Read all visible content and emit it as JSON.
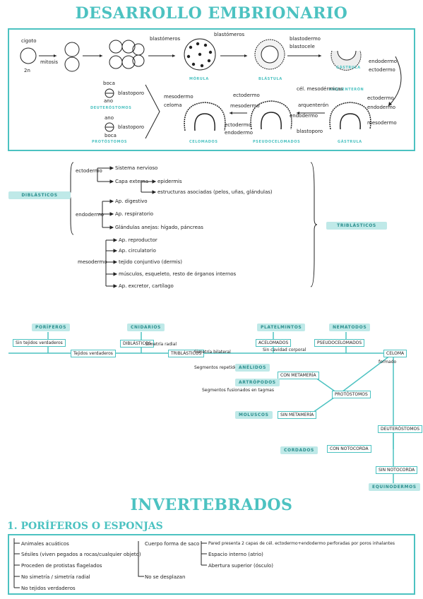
{
  "title": "DESARROLLO EMBRIONARIO",
  "embryo": {
    "cigoto": "cigoto",
    "n2": "2n",
    "mitosis": "mitosis",
    "blastomeros": "blastómeros",
    "blastomeros2": "blastómeros",
    "morula": "MÓRULA",
    "blastodermo": "blastodermo",
    "blastocele": "blastocele",
    "blastula": "BLÁSTULA",
    "gastrula": "GÁSTRULA",
    "endodermo": "endodermo",
    "ectodermo": "ectodermo",
    "arquenteron": "ARQUENTERÓN",
    "boca": "boca",
    "ano": "ano",
    "blastoporo": "blastoporo",
    "deuterostomos": "DEUTERÓSTOMOS",
    "ano2": "ano",
    "boca2": "boca",
    "blastoporo2": "blastoporo",
    "protostomos": "PROTÓSTOMOS",
    "mesodermo": "mesodermo",
    "celoma": "celoma",
    "ectodermo2": "ectodermo",
    "endodermo2": "endodermo",
    "celomados": "CELOMADOS",
    "ectodermo3": "ectodermo",
    "mesodermo2": "mesodermo",
    "endodermo3": "endodermo",
    "pseudocelomados": "PSEUDOCELOMADOS",
    "cel_meso": "cél. mesodérmicas",
    "arquenteron2": "arquenterón",
    "ectodermo4": "ectodermo",
    "endodermo4": "endodermo",
    "mesodermo3": "mesodermo",
    "blastoporo3": "blastoporo",
    "gastrula2": "GÁSTRULA"
  },
  "layers": {
    "diblasticos": "DIBLÁSTICOS",
    "triblasticos": "TRIBLÁSTICOS",
    "ectodermo": "ectodermo",
    "sn": "Sistema nervioso",
    "capa": "Capa externa",
    "epidermis": "epidermis",
    "estructuras": "estructuras asociadas (pelos, uñas, glándulas)",
    "endodermo": "endodermo",
    "digestivo": "Ap. digestivo",
    "respiratorio": "Ap. respiratorio",
    "glandulas": "Glándulas anejas: hígado, páncreas",
    "mesodermo": "mesodermo",
    "reproductor": "Ap. reproductor",
    "circulatorio": "Ap. circulatorio",
    "conjuntivo": "tejido conjuntivo (dermis)",
    "musculos": "músculos, esqueleto, resto de órganos internos",
    "excretor": "Ap. excretor, cartílago"
  },
  "tree": {
    "poriferos": "PORÍFEROS",
    "sin_tejidos": "Sin tejidos verdaderos",
    "tejidos_verdaderos": "Tejidos verdaderos",
    "cnidarios": "CNIDARIOS",
    "diblasticos": "DIBLÁSTICOS",
    "radial": "Simetría radial",
    "triblasticos": "TRIBLÁSTICOS",
    "bilateral": "Simetría bilateral",
    "platelmintos": "PLATELMINTOS",
    "acelomados": "ACELOMADOS",
    "sin_cavidad": "Sin cavidad corporal",
    "nematodos": "NEMATODOS",
    "pseudocelomados": "PSEUDOCELOMADOS",
    "celoma": "CELOMA",
    "formado": "formado",
    "seg_repetidos": "Segmentos repetidos",
    "anelidos": "ANÉLIDOS",
    "con_metameria": "CON METAMERÍA",
    "artropodos": "ARTRÓPODOS",
    "seg_fusionados": "Segmentos fusionados en tagmas",
    "protostomos": "PROTÓSTOMOS",
    "moluscos": "MOLUSCOS",
    "sin_metameria": "SIN METAMERÍA",
    "deuterostomos": "DEUTERÓSTOMOS",
    "cordados": "CORDADOS",
    "con_notocorda": "CON NOTOCORDA",
    "sin_notocorda": "SIN NOTOCORDA",
    "equinodermos": "EQUINODERMOS"
  },
  "invert": {
    "title": "INVERTEBRADOS",
    "section": "1. PORÍFEROS O ESPONJAS",
    "l1": "Animales acuáticos",
    "l2": "Sésiles (viven pegados a rocas/cualquier objeto)",
    "l3": "Proceden de protistas flagelados",
    "l4": "No simetría / simetría radial",
    "l5": "No tejidos verdaderos",
    "m1": "Cuerpo forma de saco",
    "m2": "No se desplazan",
    "r1": "Pared presenta 2 capas de cél. ectodermo+endodermo perforadas por poros inhalantes",
    "r2": "Espacio interno (atrio)",
    "r3": "Abertura superior (ósculo)"
  }
}
